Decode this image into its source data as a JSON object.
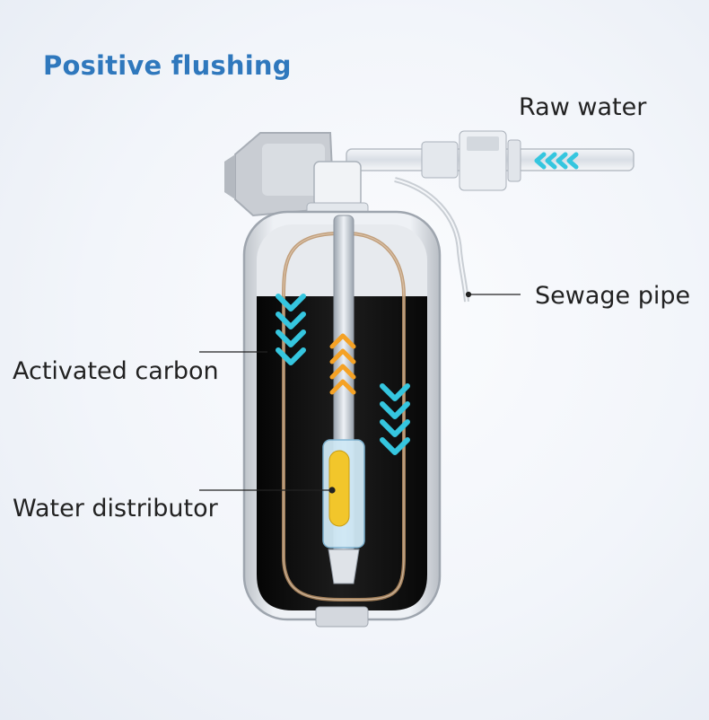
{
  "title": "Positive flushing",
  "labels": {
    "raw_water": "Raw water",
    "sewage_pipe": "Sewage pipe",
    "activated_carbon": "Activated carbon",
    "water_distributor": "Water distributor"
  },
  "colors": {
    "title": "#2f78bd",
    "down_flow_arrows": "#35c6df",
    "up_flow_arrows": "#f5a225",
    "carbon": "#141414",
    "distributor_core": "#f2c62b"
  },
  "icons": {
    "inlet_flow": "chevron-left-icon",
    "down_flow": "chevron-down-icon",
    "up_flow": "chevron-up-icon"
  }
}
